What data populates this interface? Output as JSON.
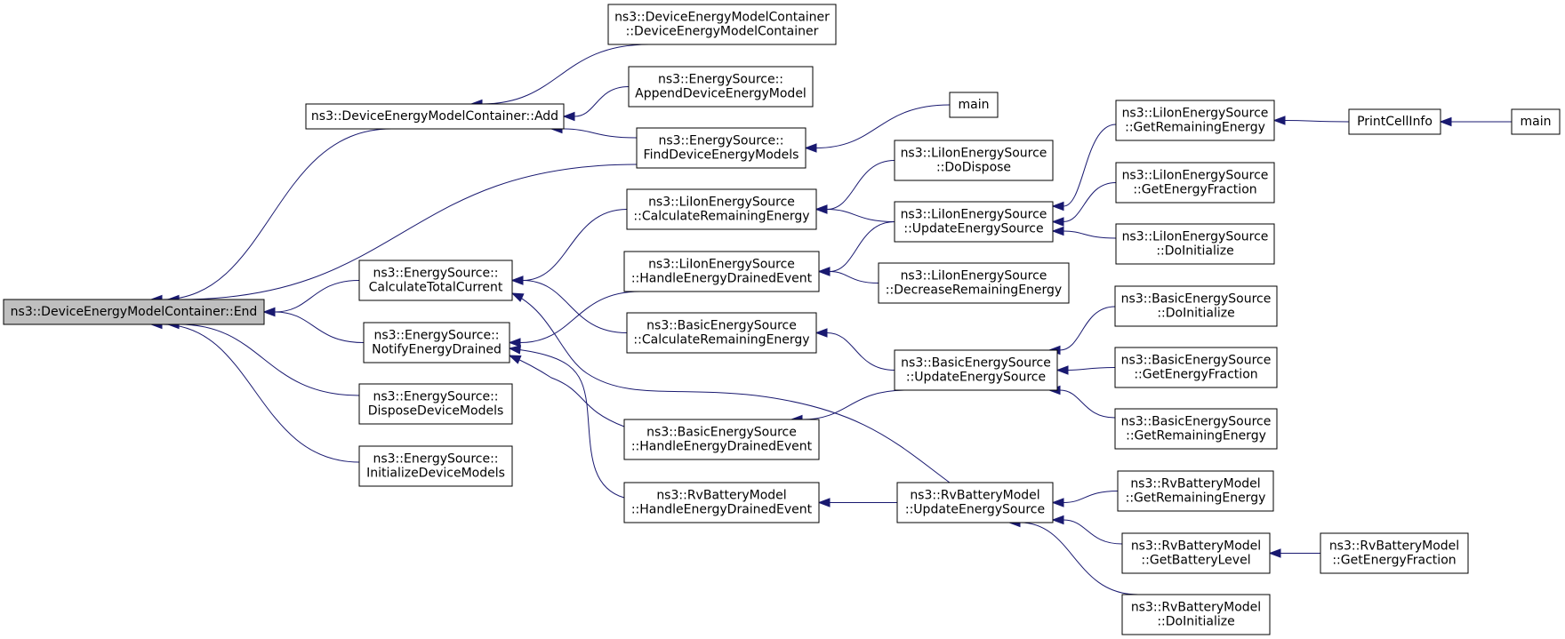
{
  "colors": {
    "edge": "#191970",
    "node_border": "#000000",
    "node_fill": "#ffffff",
    "root_fill": "#bfbfbf"
  },
  "nodes": [
    {
      "id": "root",
      "lines": [
        "ns3::DeviceEnergyModelContainer::End"
      ],
      "root": true
    },
    {
      "id": "add",
      "lines": [
        "ns3::DeviceEnergyModelContainer::Add"
      ]
    },
    {
      "id": "demc_ctor",
      "lines": [
        "ns3::DeviceEnergyModelContainer",
        "::DeviceEnergyModelContainer"
      ]
    },
    {
      "id": "append",
      "lines": [
        "ns3::EnergySource::",
        "AppendDeviceEnergyModel"
      ]
    },
    {
      "id": "find",
      "lines": [
        "ns3::EnergySource::",
        "FindDeviceEnergyModels"
      ]
    },
    {
      "id": "main1",
      "lines": [
        "main"
      ]
    },
    {
      "id": "calc_total",
      "lines": [
        "ns3::EnergySource::",
        "CalculateTotalCurrent"
      ]
    },
    {
      "id": "notify",
      "lines": [
        "ns3::EnergySource::",
        "NotifyEnergyDrained"
      ]
    },
    {
      "id": "dispose",
      "lines": [
        "ns3::EnergySource::",
        "DisposeDeviceModels"
      ]
    },
    {
      "id": "init_dev",
      "lines": [
        "ns3::EnergySource::",
        "InitializeDeviceModels"
      ]
    },
    {
      "id": "li_calc",
      "lines": [
        "ns3::LiIonEnergySource",
        "::CalculateRemainingEnergy"
      ]
    },
    {
      "id": "li_handle",
      "lines": [
        "ns3::LiIonEnergySource",
        "::HandleEnergyDrainedEvent"
      ]
    },
    {
      "id": "basic_calc",
      "lines": [
        "ns3::BasicEnergySource",
        "::CalculateRemainingEnergy"
      ]
    },
    {
      "id": "basic_handle",
      "lines": [
        "ns3::BasicEnergySource",
        "::HandleEnergyDrainedEvent"
      ]
    },
    {
      "id": "rv_handle",
      "lines": [
        "ns3::RvBatteryModel",
        "::HandleEnergyDrainedEvent"
      ]
    },
    {
      "id": "li_dispose",
      "lines": [
        "ns3::LiIonEnergySource",
        "::DoDispose"
      ]
    },
    {
      "id": "li_update",
      "lines": [
        "ns3::LiIonEnergySource",
        "::UpdateEnergySource"
      ]
    },
    {
      "id": "li_decrease",
      "lines": [
        "ns3::LiIonEnergySource",
        "::DecreaseRemainingEnergy"
      ]
    },
    {
      "id": "basic_update",
      "lines": [
        "ns3::BasicEnergySource",
        "::UpdateEnergySource"
      ]
    },
    {
      "id": "rv_update",
      "lines": [
        "ns3::RvBatteryModel",
        "::UpdateEnergySource"
      ]
    },
    {
      "id": "li_getrem",
      "lines": [
        "ns3::LiIonEnergySource",
        "::GetRemainingEnergy"
      ]
    },
    {
      "id": "li_getfrac",
      "lines": [
        "ns3::LiIonEnergySource",
        "::GetEnergyFraction"
      ]
    },
    {
      "id": "li_doinit",
      "lines": [
        "ns3::LiIonEnergySource",
        "::DoInitialize"
      ]
    },
    {
      "id": "basic_doinit",
      "lines": [
        "ns3::BasicEnergySource",
        "::DoInitialize"
      ]
    },
    {
      "id": "basic_getfrac",
      "lines": [
        "ns3::BasicEnergySource",
        "::GetEnergyFraction"
      ]
    },
    {
      "id": "basic_getrem",
      "lines": [
        "ns3::BasicEnergySource",
        "::GetRemainingEnergy"
      ]
    },
    {
      "id": "rv_getrem",
      "lines": [
        "ns3::RvBatteryModel",
        "::GetRemainingEnergy"
      ]
    },
    {
      "id": "rv_getbat",
      "lines": [
        "ns3::RvBatteryModel",
        "::GetBatteryLevel"
      ]
    },
    {
      "id": "rv_doinit",
      "lines": [
        "ns3::RvBatteryModel",
        "::DoInitialize"
      ]
    },
    {
      "id": "printcell",
      "lines": [
        "PrintCellInfo"
      ]
    },
    {
      "id": "main2",
      "lines": [
        "main"
      ]
    },
    {
      "id": "rv_getfrac",
      "lines": [
        "ns3::RvBatteryModel",
        "::GetEnergyFraction"
      ]
    }
  ],
  "edges": [
    {
      "from": "add",
      "to": "root"
    },
    {
      "from": "find",
      "to": "root"
    },
    {
      "from": "calc_total",
      "to": "root"
    },
    {
      "from": "notify",
      "to": "root"
    },
    {
      "from": "dispose",
      "to": "root"
    },
    {
      "from": "init_dev",
      "to": "root"
    },
    {
      "from": "demc_ctor",
      "to": "add"
    },
    {
      "from": "append",
      "to": "add"
    },
    {
      "from": "find",
      "to": "add"
    },
    {
      "from": "main1",
      "to": "find"
    },
    {
      "from": "li_calc",
      "to": "calc_total"
    },
    {
      "from": "basic_calc",
      "to": "calc_total"
    },
    {
      "from": "rv_update",
      "to": "calc_total"
    },
    {
      "from": "li_handle",
      "to": "notify"
    },
    {
      "from": "basic_handle",
      "to": "notify"
    },
    {
      "from": "rv_handle",
      "to": "notify"
    },
    {
      "from": "li_dispose",
      "to": "li_calc"
    },
    {
      "from": "li_update",
      "to": "li_calc"
    },
    {
      "from": "li_update",
      "to": "li_handle"
    },
    {
      "from": "li_decrease",
      "to": "li_handle"
    },
    {
      "from": "basic_update",
      "to": "basic_calc"
    },
    {
      "from": "basic_update",
      "to": "basic_handle"
    },
    {
      "from": "rv_update",
      "to": "rv_handle"
    },
    {
      "from": "li_getrem",
      "to": "li_update"
    },
    {
      "from": "li_getfrac",
      "to": "li_update"
    },
    {
      "from": "li_doinit",
      "to": "li_update"
    },
    {
      "from": "basic_doinit",
      "to": "basic_update"
    },
    {
      "from": "basic_getfrac",
      "to": "basic_update"
    },
    {
      "from": "basic_getrem",
      "to": "basic_update"
    },
    {
      "from": "rv_getrem",
      "to": "rv_update"
    },
    {
      "from": "rv_getbat",
      "to": "rv_update"
    },
    {
      "from": "rv_doinit",
      "to": "rv_update"
    },
    {
      "from": "printcell",
      "to": "li_getrem"
    },
    {
      "from": "main2",
      "to": "printcell"
    },
    {
      "from": "rv_getfrac",
      "to": "rv_getbat"
    }
  ]
}
